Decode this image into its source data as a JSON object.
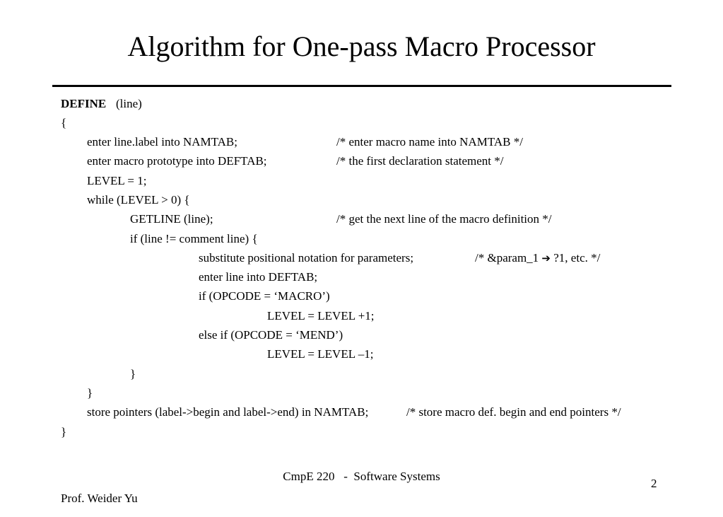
{
  "slide": {
    "title": "Algorithm for One-pass Macro Processor",
    "code": {
      "l1_kw": "DEFINE",
      "l1_rest": "(line)",
      "l2": "{",
      "l3_code": "enter line.label into NAMTAB;",
      "l3_comment": "/* enter macro name into NAMTAB */",
      "l4_code": "enter macro prototype into DEFTAB;",
      "l4_comment": "/* the first declaration statement */",
      "l5": "LEVEL = 1;",
      "l6": "while (LEVEL > 0) {",
      "l7_code": "GETLINE (line);",
      "l7_comment": "/* get the next line of the macro definition */",
      "l8": "if (line !=  comment line) {",
      "l9_code": "substitute positional notation for parameters;",
      "l9_comment_a": "/* &param_1",
      "l9_arrow": "➔",
      "l9_comment_b": "?1, etc. */",
      "l10": "enter line into DEFTAB;",
      "l11": "if (OPCODE = ‘MACRO’)",
      "l12": "LEVEL = LEVEL +1;",
      "l13": "else if (OPCODE = ‘MEND’)",
      "l14": "LEVEL = LEVEL –1;",
      "l15": "}",
      "l16": "}",
      "l17_code": "store pointers (label->begin and label->end) in NAMTAB;",
      "l17_comment": "/* store macro def. begin and end pointers */",
      "l18": "}"
    },
    "footer": {
      "course": "CmpE 220   -  Software Systems",
      "page_number": "2",
      "author": "Prof. Weider Yu"
    }
  }
}
